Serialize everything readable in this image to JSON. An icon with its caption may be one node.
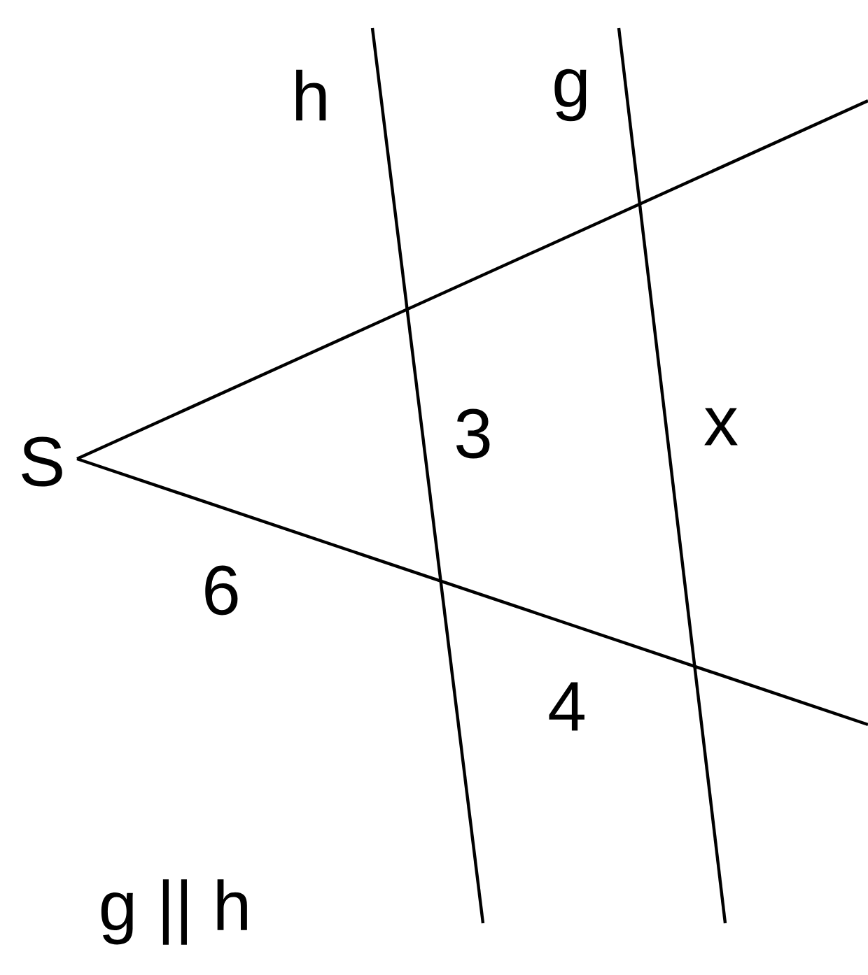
{
  "diagram": {
    "labels": [
      "h",
      "g",
      "S",
      "3",
      "x",
      "6",
      "4",
      "g || h"
    ]
  }
}
